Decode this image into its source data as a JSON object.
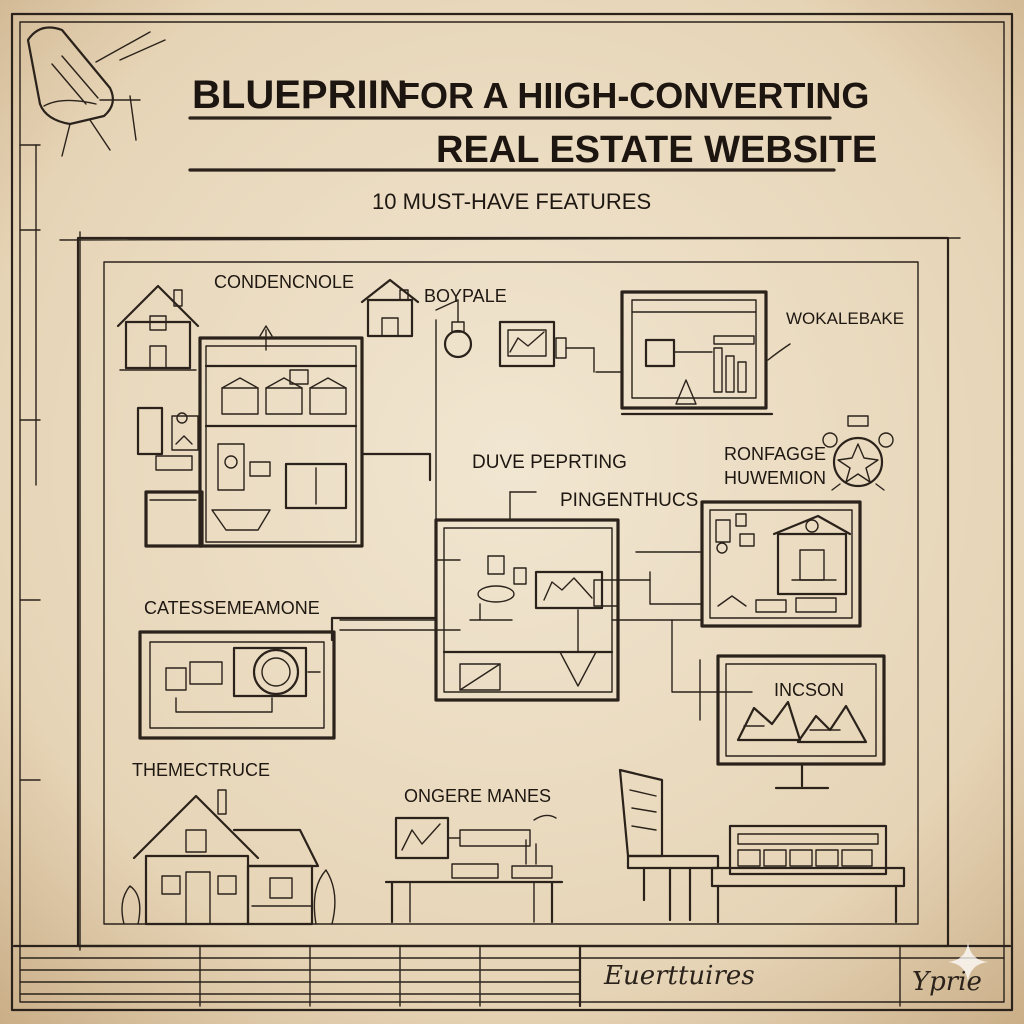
{
  "title": {
    "line1_left": "BLUEPRIIN",
    "line1_right": "FOR A HIIGH-CONVERTING",
    "line2": "REAL ESTATE WEBSITE",
    "subtitle": "10 MUST-HAVE FEATURES"
  },
  "labels": {
    "top_left": "CONDENCNOLE",
    "top_center": "BOYPALE",
    "top_right": "WOKALEBAKE",
    "center_top": "DUVE PEPRTING",
    "center_sub": "PINGENTHUCS",
    "right_middle_line1": "RONFAGGE",
    "right_middle_line2": "HUWEMION",
    "left_middle": "CATESSEMEAMONE",
    "right_lower": "INCSON",
    "bottom_left": "THEMECTRUCE",
    "bottom_center": "ONGERE MANES"
  },
  "footer": {
    "signature_left": "Euerttuires",
    "signature_right": "Yprie"
  },
  "colors": {
    "paper": "#e7d8bf",
    "ink": "#2a221b"
  }
}
